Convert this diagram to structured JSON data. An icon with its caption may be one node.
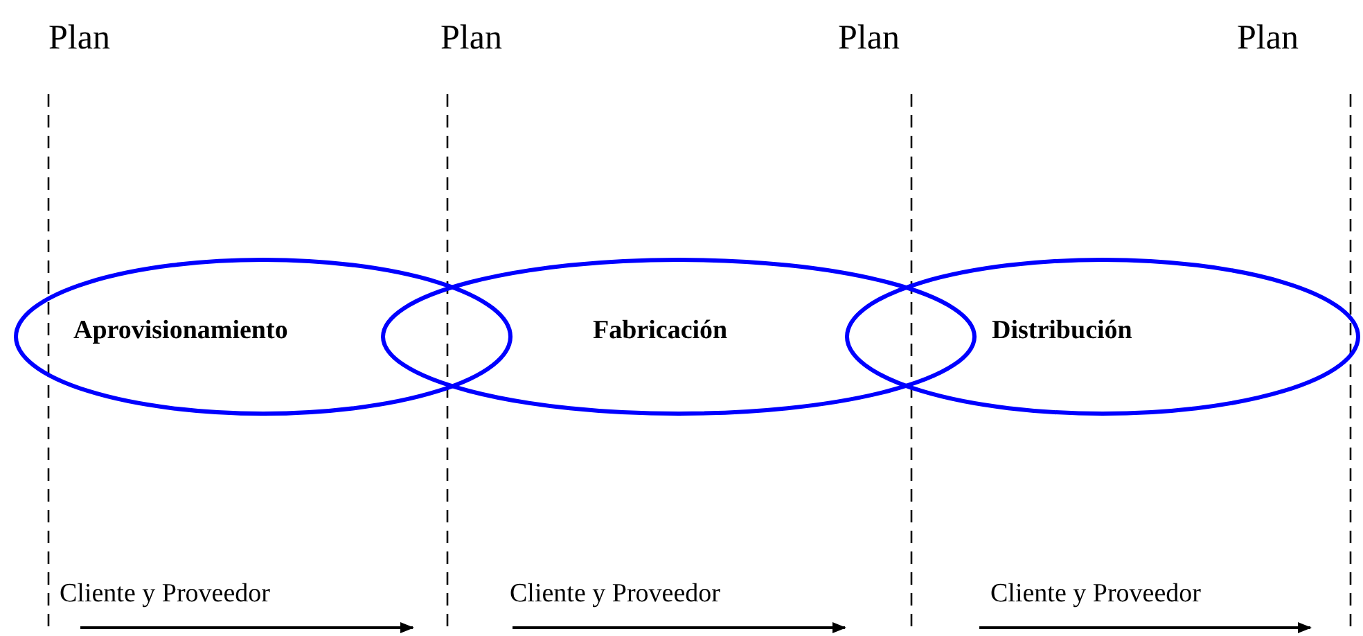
{
  "diagram": {
    "nodes": [
      {
        "text": [
          "Aprovisionamiento"
        ]
      },
      {
        "text": [
          "Fabricación"
        ]
      },
      {
        "text": [
          "Distribución"
        ]
      }
    ],
    "labels": [
      "Plan",
      "Plan",
      "Plan",
      "Plan",
      "Cliente y Proveedor",
      "Cliente y Proveedor",
      "Cliente y Proveedor"
    ]
  }
}
